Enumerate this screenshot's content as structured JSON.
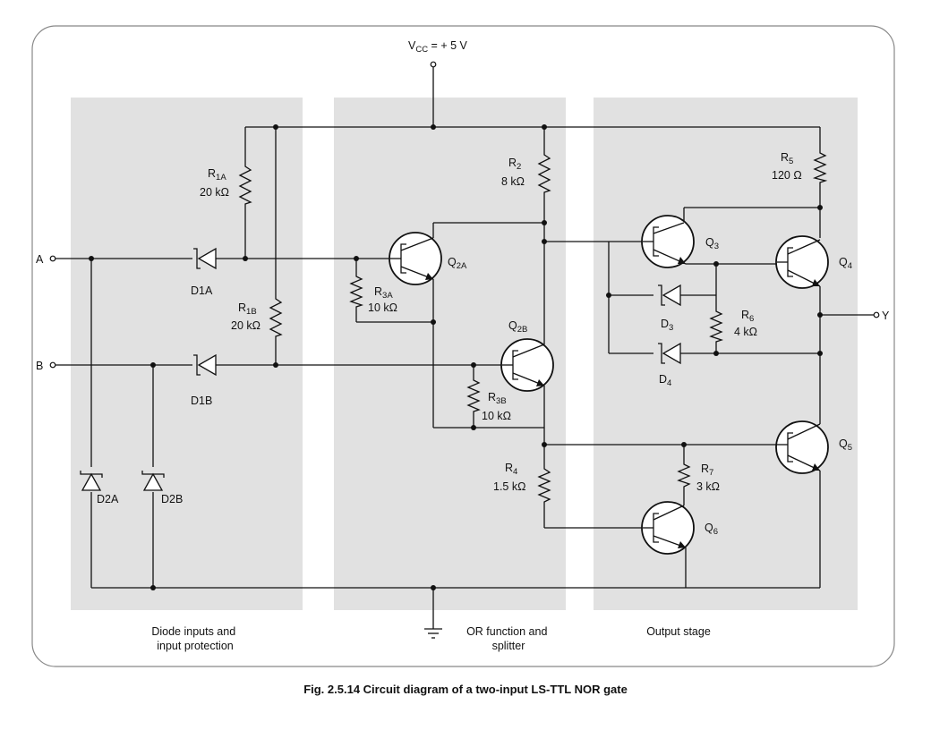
{
  "caption": "Fig. 2.5.14 Circuit diagram of a two-input LS-TTL NOR gate",
  "supply": {
    "main": "V",
    "sub": "CC",
    "rest": " = + 5 V"
  },
  "inputs": {
    "a": "A",
    "b": "B"
  },
  "output": "Y",
  "sections": {
    "left": [
      "Diode inputs and",
      "input protection"
    ],
    "middle": [
      "OR function and",
      "splitter"
    ],
    "right": [
      "Output stage"
    ]
  },
  "resistors": {
    "r1a": {
      "main": "R",
      "sub": "1A",
      "value": "20 kΩ"
    },
    "r1b": {
      "main": "R",
      "sub": "1B",
      "value": "20 kΩ"
    },
    "r2": {
      "main": "R",
      "sub": "2",
      "value": "8 kΩ"
    },
    "r3a": {
      "main": "R",
      "sub": "3A",
      "value": "10 kΩ"
    },
    "r3b": {
      "main": "R",
      "sub": "3B",
      "value": "10 kΩ"
    },
    "r4": {
      "main": "R",
      "sub": "4",
      "value": "1.5 kΩ"
    },
    "r5": {
      "main": "R",
      "sub": "5",
      "value": "120 Ω"
    },
    "r6": {
      "main": "R",
      "sub": "6",
      "value": "4 kΩ"
    },
    "r7": {
      "main": "R",
      "sub": "7",
      "value": "3 kΩ"
    }
  },
  "transistors": {
    "q2a": {
      "main": "Q",
      "sub": "2A"
    },
    "q2b": {
      "main": "Q",
      "sub": "2B"
    },
    "q3": {
      "main": "Q",
      "sub": "3"
    },
    "q4": {
      "main": "Q",
      "sub": "4"
    },
    "q5": {
      "main": "Q",
      "sub": "5"
    },
    "q6": {
      "main": "Q",
      "sub": "6"
    }
  },
  "diodes": {
    "d1a": "D1A",
    "d1b": "D1B",
    "d2a": "D2A",
    "d2b": "D2B",
    "d3": {
      "main": "D",
      "sub": "3"
    },
    "d4": {
      "main": "D",
      "sub": "4"
    }
  },
  "colors": {
    "section_fill": "#e1e1e1",
    "frame": "#888888",
    "wire": "#111111"
  }
}
